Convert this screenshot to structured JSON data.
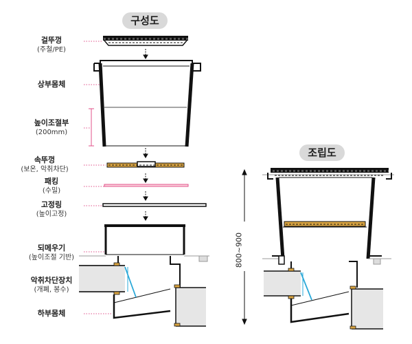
{
  "titles": {
    "left": "구성도",
    "right": "조립도"
  },
  "labels": [
    {
      "main": "걸뚜껑",
      "sub": "(주철/PE)"
    },
    {
      "main": "상부몸체",
      "sub": ""
    },
    {
      "main": "높이조절부",
      "sub": "(200mm)"
    },
    {
      "main": "속뚜껑",
      "sub": "(보온, 악취차단)"
    },
    {
      "main": "패킹",
      "sub": "(수밀)"
    },
    {
      "main": "고정링",
      "sub": "(높이고정)"
    },
    {
      "main": "되메우기",
      "sub": "(높이조절 기반)"
    },
    {
      "main": "악취차단장치",
      "sub": "(개폐, 봉수)"
    },
    {
      "main": "하부몸체",
      "sub": ""
    }
  ],
  "dimension": {
    "text": "800~900"
  },
  "colors": {
    "leader": "#e0508a",
    "outline": "#111111",
    "seal": "#d9a441",
    "flap": "#2aa8d8",
    "pill": "#d9d9d9",
    "ground": "#cccccc"
  }
}
